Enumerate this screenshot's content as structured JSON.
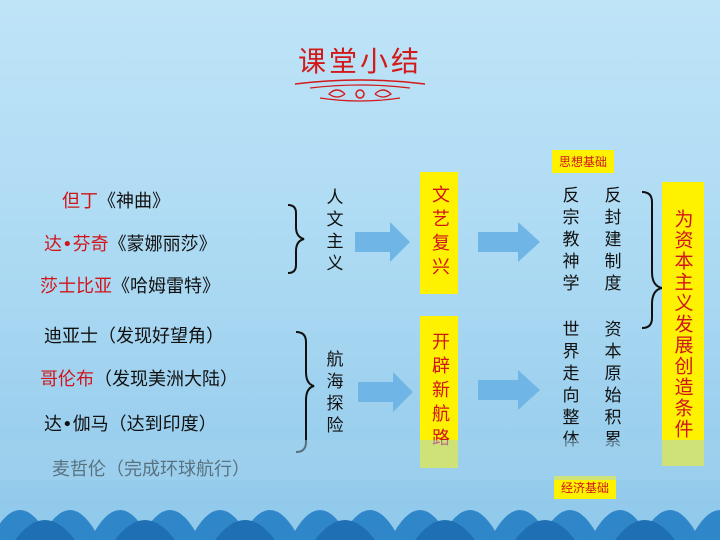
{
  "title": "课堂小结",
  "renaissance": {
    "items": [
      {
        "name": "但丁",
        "work": "《神曲》"
      },
      {
        "name": "达•芬奇",
        "work": "《蒙娜丽莎》"
      },
      {
        "name": "莎士比亚",
        "work": "《哈姆雷特》"
      }
    ],
    "label": "人文主义",
    "box": "文艺复兴"
  },
  "voyages": {
    "items": [
      {
        "name": "迪亚士",
        "work": "（发现好望角）",
        "highlight": false
      },
      {
        "name": "哥伦布",
        "work": "（发现美洲大陆）",
        "highlight": true
      },
      {
        "name": "达•伽马",
        "work": "（达到印度）",
        "highlight": false
      },
      {
        "name": "麦哲伦",
        "work": "（完成环球航行）",
        "highlight": false
      }
    ],
    "label": "航海探险",
    "box": "开辟新航路"
  },
  "results": {
    "ideology_tag": "思想基础",
    "economy_tag": "经济基础",
    "col1_top": "反宗教神学",
    "col2_top": "反封建制度",
    "col1_bottom": "世界走向整体",
    "col2_bottom": "资本原始积累"
  },
  "conclusion": "为资本主义发展创造条件",
  "colors": {
    "accent": "#d0141a",
    "highlight": "#fff200",
    "arrow": "#6fb5e6"
  }
}
